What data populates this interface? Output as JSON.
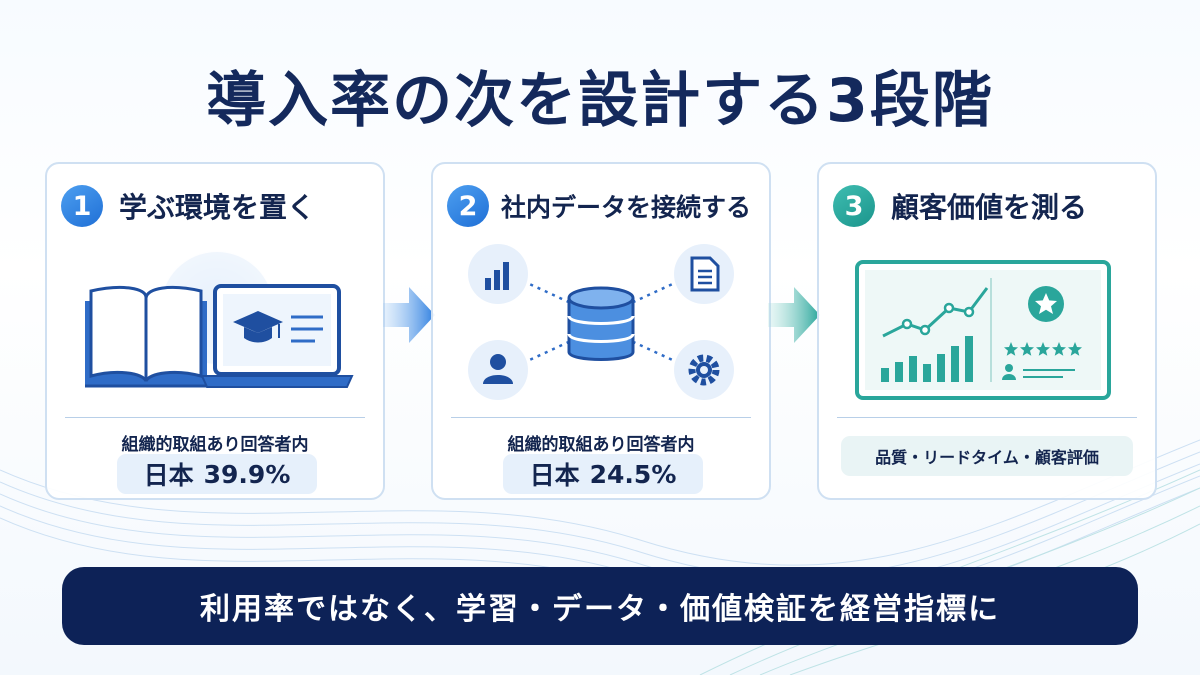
{
  "title": "導入率の次を設計する3段階",
  "steps": [
    {
      "number": "1",
      "title": "学ぶ環境を置く",
      "stat_label": "組織的取組あり回答者内",
      "stat_region": "日本",
      "stat_value": "39.9%"
    },
    {
      "number": "2",
      "title": "社内データを接続する",
      "stat_label": "組織的取組あり回答者内",
      "stat_region": "日本",
      "stat_value": "24.5%"
    },
    {
      "number": "3",
      "title": "顧客価値を測る",
      "metrics": "品質・リードタイム・顧客評価"
    }
  ],
  "banner": "利用率ではなく、学習・データ・価値検証を経営指標に",
  "icons": {
    "step1": [
      "book-icon",
      "laptop-icon",
      "graduation-cap-icon"
    ],
    "step2": [
      "database-icon",
      "bar-chart-icon",
      "document-icon",
      "user-icon",
      "gear-icon"
    ],
    "step3": [
      "dashboard-icon",
      "line-chart-icon",
      "star-icon",
      "rating-stars-icon"
    ]
  },
  "colors": {
    "navy": "#14295c",
    "blue": "#2f7fe0",
    "teal": "#2aa69b",
    "banner": "#0d2257"
  }
}
